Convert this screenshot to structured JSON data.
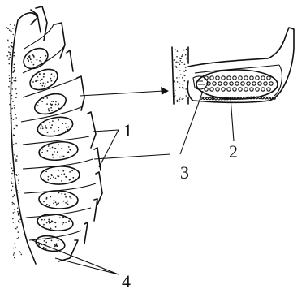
{
  "labels": [
    {
      "id": "label-1",
      "text": "1"
    },
    {
      "id": "label-2",
      "text": "2"
    },
    {
      "id": "label-3",
      "text": "3"
    },
    {
      "id": "label-4",
      "text": "4"
    }
  ]
}
